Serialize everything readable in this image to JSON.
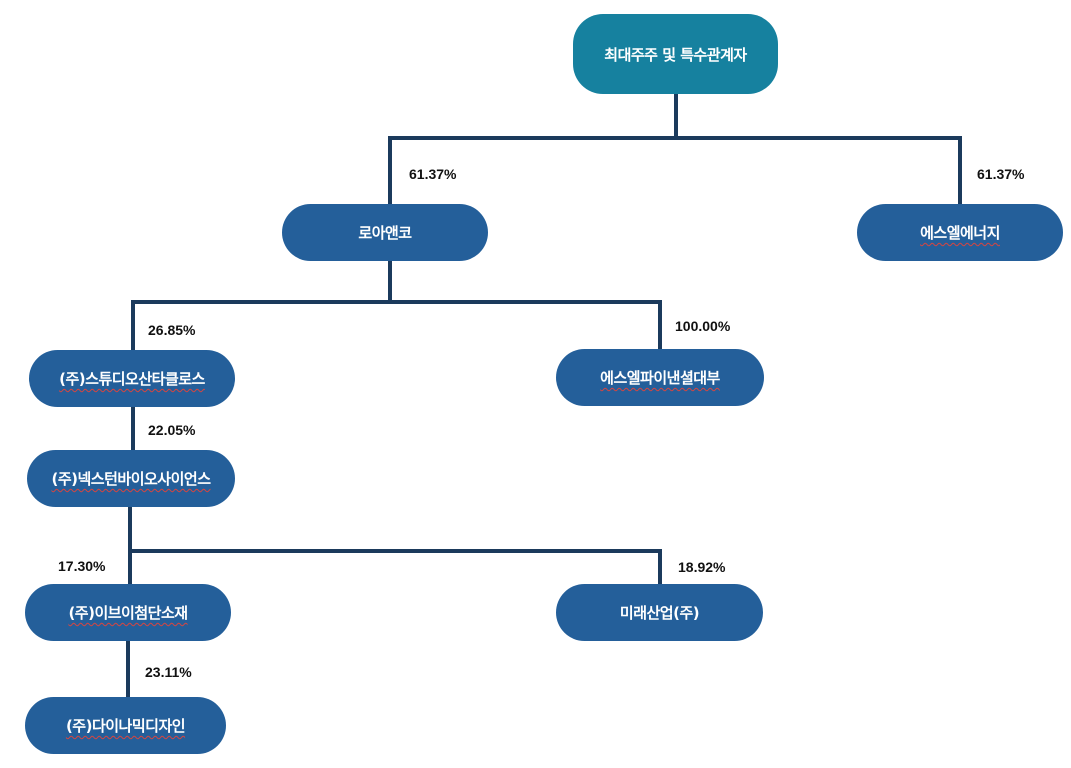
{
  "colors": {
    "root_fill": "#16819f",
    "node_fill": "#245f9a",
    "connector": "#1b3a5c",
    "text_on_node": "#ffffff",
    "percent_text": "#111111",
    "spellcheck_underline": "#d9453f"
  },
  "nodes": {
    "root": "최대주주 및 특수관계자",
    "roa_co": "로아앤코",
    "sl_energy": "에스엘에너지",
    "studio_santa_claus": "(주)스튜디오산타클로스",
    "sl_finance": "에스엘파이낸셜대부",
    "nexten_bio": "(주)넥스턴바이오사이언스",
    "evi_advanced": "(주)이브이첨단소재",
    "mirae_industry": "미래산업(주)",
    "dynamic_design": "(주)다이나믹디자인"
  },
  "percentages": {
    "root_to_roa_co": "61.37%",
    "root_to_sl_energy": "61.37%",
    "roa_co_to_studio": "26.85%",
    "roa_co_to_sl_finance": "100.00%",
    "studio_to_nexten": "22.05%",
    "nexten_to_evi": "17.30%",
    "nexten_to_mirae": "18.92%",
    "evi_to_dynamic": "23.11%"
  }
}
